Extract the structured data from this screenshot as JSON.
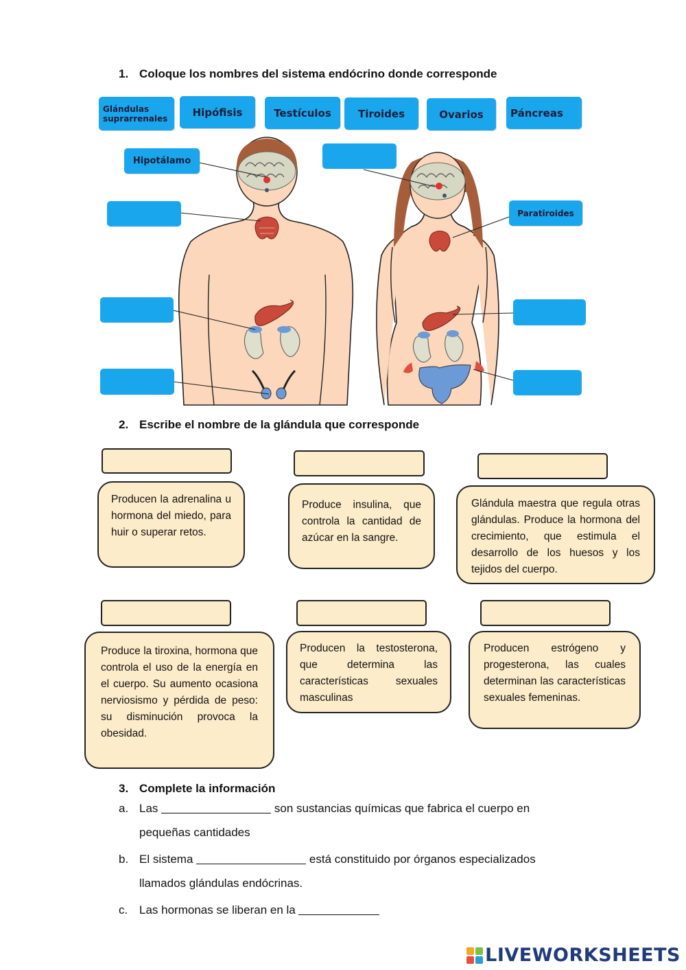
{
  "section1": {
    "number": "1.",
    "title": "Coloque los nombres del sistema endócrino donde corresponde",
    "word_bank": [
      "Glándulas suprarrenales",
      "Hipófisis",
      "Testículos",
      "Tiroides",
      "Ovarios",
      "Páncreas"
    ],
    "placed_labels": {
      "hypothalamus": "Hipotálamo",
      "parathyroid": "Paratiroides"
    }
  },
  "section2": {
    "number": "2.",
    "title": "Escribe el nombre de la glándula que corresponde",
    "descriptions": [
      "Producen la adrenalina u hormona del miedo, para huir o superar retos.",
      "Produce insulina, que controla la cantidad de azúcar en la sangre.",
      "Glándula maestra que regula otras glándulas. Produce la hormona del crecimiento, que estimula el desarrollo de los huesos y los tejidos del cuerpo.",
      "Produce la tiroxina, hormona que controla el uso de la energía en el cuerpo. Su aumento ocasiona nerviosismo y pérdida de peso: su disminución provoca la obesidad.",
      "Producen la testosterona, que determina las características sexuales masculinas",
      "Producen estrógeno y progesterona, las cuales determinan las características sexuales femeninas."
    ]
  },
  "section3": {
    "number": "3.",
    "title": "Complete la información",
    "items": [
      {
        "letter": "a.",
        "before": "Las",
        "after": "son sustancias químicas que fabrica el cuerpo en",
        "continuation": "pequeñas cantidades"
      },
      {
        "letter": "b.",
        "before": "El sistema",
        "after": "está constituido por órganos especializados",
        "continuation": "llamados glándulas endócrinas."
      },
      {
        "letter": "c.",
        "before": "Las hormonas se liberan en la",
        "after": "",
        "continuation": ""
      }
    ]
  },
  "footer": {
    "brand": "LIVEWORKSHEETS"
  },
  "colors": {
    "chip": "#1aa6ec",
    "card": "#fdecc9",
    "skin": "#fcd7bc",
    "hair": "#a65d3a"
  }
}
